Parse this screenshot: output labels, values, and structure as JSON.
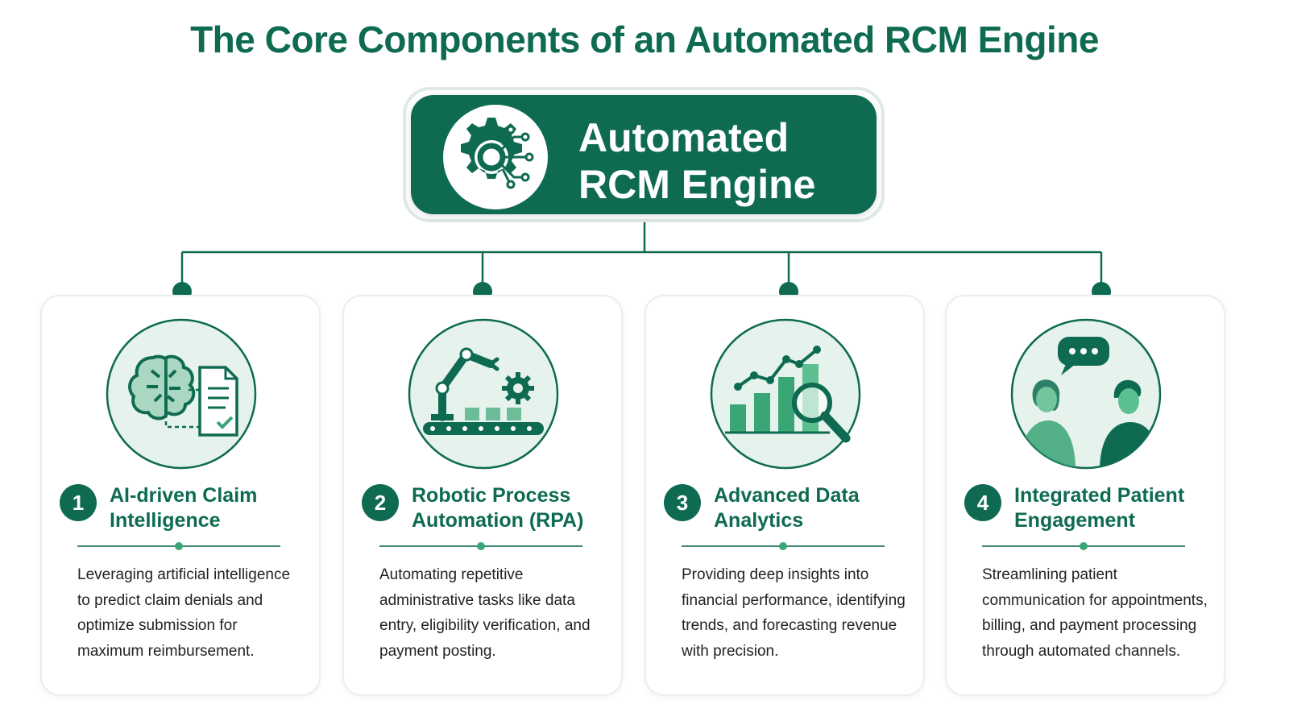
{
  "title": "The Core Components of an Automated RCM Engine",
  "hub": {
    "title": "Automated RCM Engine",
    "icon": "gear-circuit-icon"
  },
  "colors": {
    "primary": "#0e6b52",
    "accent": "#3aa676",
    "light": "#e6f2ec",
    "card_border": "#e9efed"
  },
  "components": [
    {
      "number": "1",
      "title": "AI-driven Claim Intelligence",
      "icon": "brain-document-icon",
      "description": "Leveraging artificial intelligence to predict claim denials and optimize submission for maximum reimbursement."
    },
    {
      "number": "2",
      "title": "Robotic Process Automation (RPA)",
      "icon": "robot-arm-conveyor-icon",
      "description": "Automating repetitive administrative tasks like data entry, eligibility verification, and payment posting."
    },
    {
      "number": "3",
      "title": "Advanced Data Analytics",
      "icon": "chart-magnifier-icon",
      "description": "Providing deep insights into financial performance, identifying trends, and forecasting revenue with precision."
    },
    {
      "number": "4",
      "title": "Integrated Patient Engagement",
      "icon": "patient-chat-icon",
      "description": "Streamlining patient communication for appointments, billing, and payment processing through automated channels."
    }
  ]
}
